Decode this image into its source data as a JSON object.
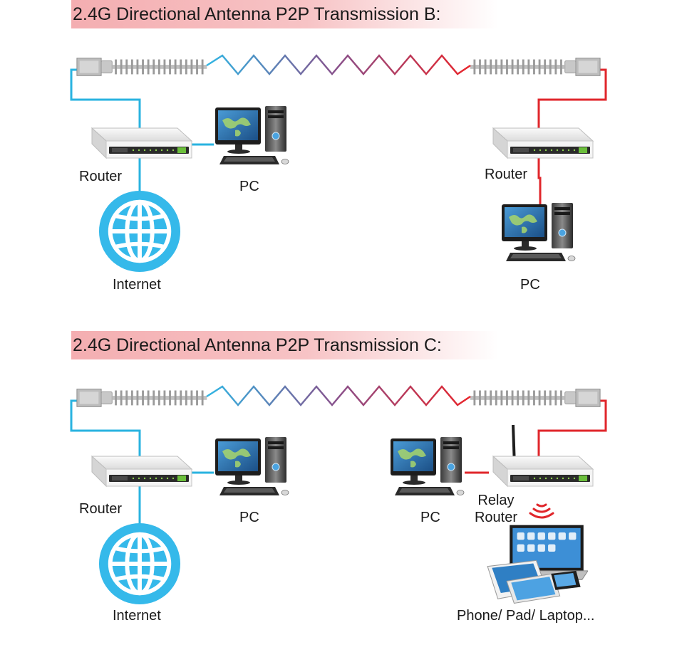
{
  "sections": [
    {
      "title": "2.4G Directional Antenna P2P Transmission B:",
      "labels": {
        "left_router": "Router",
        "left_pc": "PC",
        "internet": "Internet",
        "right_router": "Router",
        "right_pc": "PC"
      }
    },
    {
      "title": "2.4G Directional Antenna P2P Transmission C:",
      "labels": {
        "left_router": "Router",
        "left_pc": "PC",
        "internet": "Internet",
        "right_pc": "PC",
        "relay_router": "Relay\nRouter",
        "devices": "Phone/ Pad/ Laptop..."
      }
    }
  ],
  "colors": {
    "title_band": "#f4aeb1",
    "left_cable": "#29b3e0",
    "right_cable": "#e0262b",
    "globe": "#35b9ea",
    "wave_start": "#30b6e4",
    "wave_mid": "#8a4f8a",
    "wave_end": "#e8242a",
    "router_body": "#f2f2f2",
    "router_panel": "#2a2a2a",
    "monitor_screen": "#2a6fa8",
    "wifi_signal": "#e0262b"
  },
  "icons": [
    "yagi-antenna-icon",
    "router-icon",
    "pc-icon",
    "globe-icon",
    "wifi-signal-icon",
    "devices-icon"
  ]
}
